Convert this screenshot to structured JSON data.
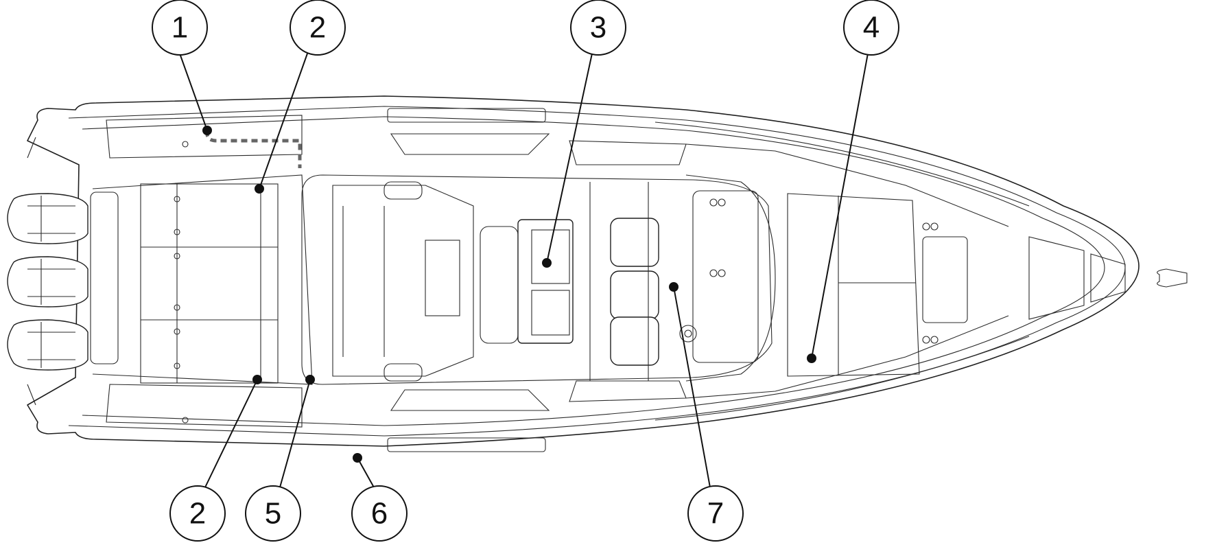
{
  "diagram": {
    "callouts": [
      {
        "id": "c1",
        "number": "1"
      },
      {
        "id": "c2a",
        "number": "2"
      },
      {
        "id": "c3",
        "number": "3"
      },
      {
        "id": "c4",
        "number": "4"
      },
      {
        "id": "c2b",
        "number": "2"
      },
      {
        "id": "c5",
        "number": "5"
      },
      {
        "id": "c6",
        "number": "6"
      },
      {
        "id": "c7",
        "number": "7"
      }
    ]
  }
}
